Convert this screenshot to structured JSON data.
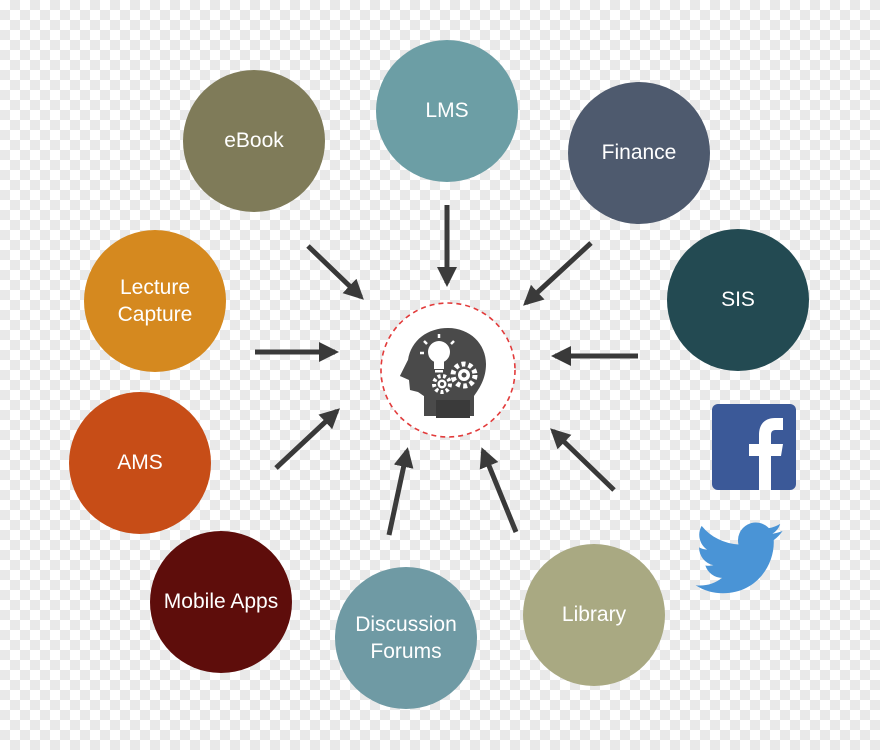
{
  "diagram": {
    "nodes": [
      {
        "id": "lms",
        "label": "LMS",
        "color": "#6c9ea5"
      },
      {
        "id": "finance",
        "label": "Finance",
        "color": "#4e5a6e"
      },
      {
        "id": "sis",
        "label": "SIS",
        "color": "#234a52"
      },
      {
        "id": "library",
        "label": "Library",
        "color": "#a9a982"
      },
      {
        "id": "discussion",
        "label": "Discussion\nForums",
        "color": "#6f9aa4"
      },
      {
        "id": "mobile",
        "label": "Mobile Apps",
        "color": "#5e0d0b"
      },
      {
        "id": "ams",
        "label": "AMS",
        "color": "#c74d17"
      },
      {
        "id": "lecture",
        "label": "Lecture\nCapture",
        "color": "#d5891f"
      },
      {
        "id": "ebook",
        "label": "eBook",
        "color": "#7f7b59"
      }
    ],
    "arrow_color": "#3a3a3a",
    "hub": {
      "icon": "head-gears-lightbulb-icon",
      "ring_color": "#e23b3b"
    },
    "social": [
      {
        "icon": "facebook-icon",
        "color": "#3b5998"
      },
      {
        "icon": "twitter-icon",
        "color": "#4a94d6"
      }
    ]
  }
}
